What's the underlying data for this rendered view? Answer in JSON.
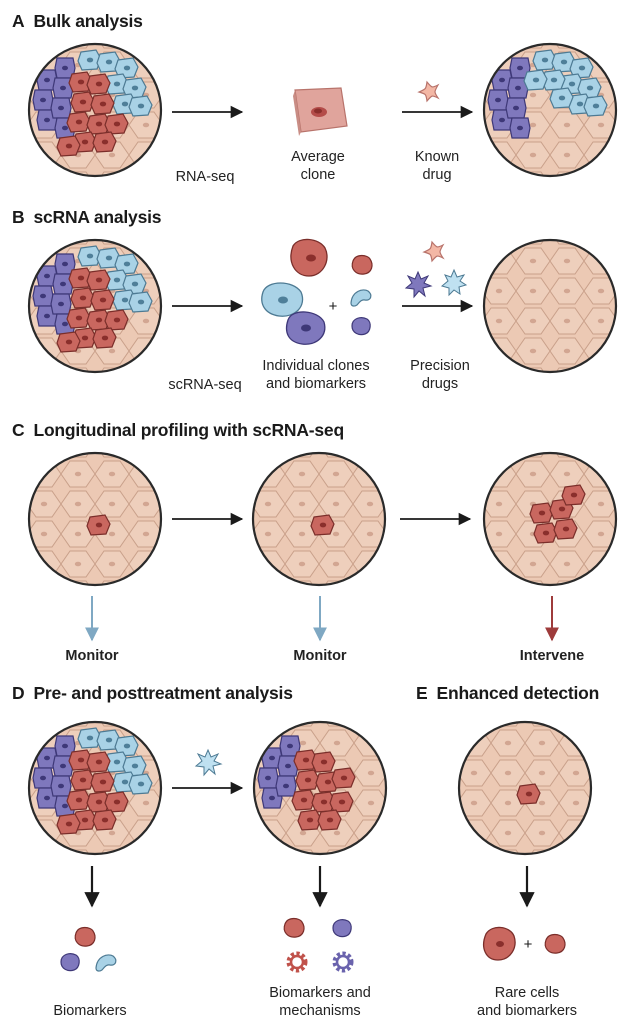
{
  "panels": {
    "a": {
      "letter": "A",
      "title": "Bulk analysis",
      "step1": "RNA-seq",
      "middle": "Average\nclone",
      "step2": "Known\ndrug"
    },
    "b": {
      "letter": "B",
      "title": "scRNA analysis",
      "step1": "scRNA-seq",
      "middle": "Individual clones\nand biomarkers",
      "step2": "Precision\ndrugs",
      "plus": "+"
    },
    "c": {
      "letter": "C",
      "title": "Longitudinal profiling with scRNA-seq",
      "action1": "Monitor",
      "action2": "Monitor",
      "action3": "Intervene"
    },
    "d": {
      "letter": "D",
      "title": "Pre- and posttreatment analysis",
      "out1": "Biomarkers",
      "out2": "Biomarkers and\nmechanisms"
    },
    "e": {
      "letter": "E",
      "title": "Enhanced detection",
      "out": "Rare cells\nand biomarkers",
      "plus": "+"
    }
  },
  "colors": {
    "tissue": "#ecc9b4",
    "tissue_line": "#c9a08a",
    "red_clone": "#c9675f",
    "blue_clone": "#a9d2e6",
    "purple_clone": "#7f78bd",
    "monitor_arrow": "#7fa8c3",
    "intervene_arrow": "#9e3b3b",
    "outline": "#2a2a2a"
  }
}
